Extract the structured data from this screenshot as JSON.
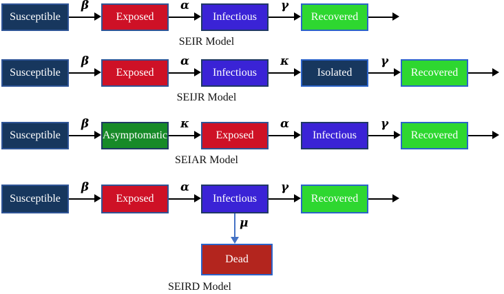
{
  "figure": {
    "background": "#FFFFFF"
  },
  "colors": {
    "arrow": "#000000",
    "mu_arrow": "#4472C4",
    "susceptible_fill": "#17375E",
    "exposed_fill": "#CE1126",
    "infectious_fill": "#3A23D6",
    "recovered_fill": "#2ED730",
    "isolated_fill": "#17375E",
    "asymptomatic_fill": "#178A28",
    "dead_fill": "#B3251E",
    "border_blue": "#2E5496",
    "border_navy": "#1F3864",
    "border_bright_blue": "#2B63C9",
    "node_text": "#FFFFFF"
  },
  "styles": {
    "susceptible": "background:#17375E;border-color:#2E5496",
    "exposed": "background:#CE1126;border-color:#2E5496",
    "infectious": "background:#3A23D6;border-color:#1F3864",
    "recovered": "background:#2ED730;border-color:#2B63C9",
    "isolated": "background:#17375E;border-color:#2B63C9",
    "asymptomatic": "background:#178A28;border-color:#1F3864",
    "dead": "background:#B3251E;border-color:#2B63C9",
    "mu_line": "background:#4472C4",
    "mu_head": "border-top-color:#4472C4"
  },
  "models": [
    {
      "title": "SEIR Model",
      "nodes": [
        {
          "label": "Susceptible"
        },
        {
          "label": "Exposed"
        },
        {
          "label": "Infectious"
        },
        {
          "label": "Recovered"
        }
      ],
      "edges": [
        {
          "label": "β"
        },
        {
          "label": "α"
        },
        {
          "label": "γ"
        }
      ]
    },
    {
      "title": "SEIJR Model",
      "nodes": [
        {
          "label": "Susceptible"
        },
        {
          "label": "Exposed"
        },
        {
          "label": "Infectious"
        },
        {
          "label": "Isolated"
        },
        {
          "label": "Recovered"
        }
      ],
      "edges": [
        {
          "label": "β"
        },
        {
          "label": "α"
        },
        {
          "label": "κ"
        },
        {
          "label": "γ"
        }
      ]
    },
    {
      "title": "SEIAR Model",
      "nodes": [
        {
          "label": "Susceptible"
        },
        {
          "label": "Asymptomatic"
        },
        {
          "label": "Exposed"
        },
        {
          "label": "Infectious"
        },
        {
          "label": "Recovered"
        }
      ],
      "edges": [
        {
          "label": "β"
        },
        {
          "label": "κ"
        },
        {
          "label": "α"
        },
        {
          "label": "γ"
        }
      ]
    },
    {
      "title": "SEIRD Model",
      "nodes": [
        {
          "label": "Susceptible"
        },
        {
          "label": "Exposed"
        },
        {
          "label": "Infectious"
        },
        {
          "label": "Recovered"
        }
      ],
      "edges": [
        {
          "label": "β"
        },
        {
          "label": "α"
        },
        {
          "label": "γ"
        }
      ],
      "branch": {
        "edge_label": "μ",
        "node": {
          "label": "Dead"
        }
      }
    }
  ]
}
